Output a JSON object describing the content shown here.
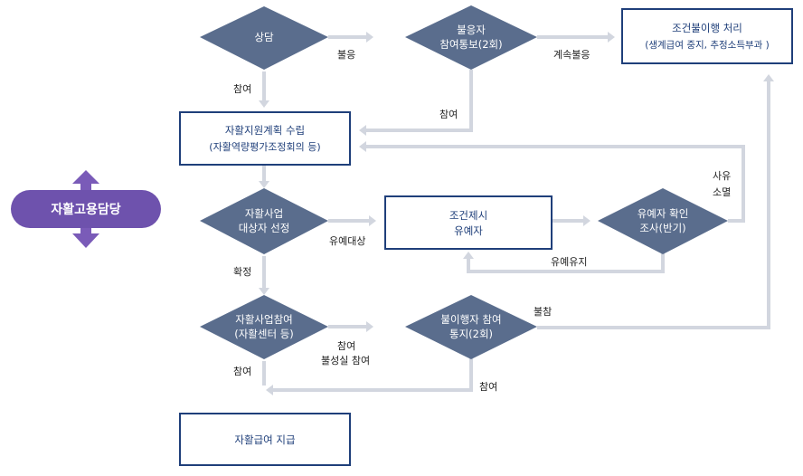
{
  "colors": {
    "diamond": "#5a6d8d",
    "box_border": "#1f3f7a",
    "box_text": "#1f3f7a",
    "connector": "#d2d6df",
    "pill": "#6e52ad",
    "pill_arrow": "#7a5bb8"
  },
  "role": {
    "label": "자활고용담당"
  },
  "nodes": {
    "consult": {
      "lines": [
        "상담"
      ]
    },
    "nonresp": {
      "lines": [
        "불응자",
        "참여통보(2회)"
      ]
    },
    "cond_exec": {
      "lines": [
        "조건불이행 처리",
        "(생계급여 중지, 추정소득부과 )"
      ]
    },
    "plan": {
      "lines": [
        "자활지원계획 수립",
        "(자활역량평가조정회의 등)"
      ]
    },
    "selection": {
      "lines": [
        "자활사업",
        "대상자 선정"
      ]
    },
    "deferred": {
      "lines": [
        "조건제시",
        "유예자"
      ]
    },
    "check": {
      "lines": [
        "유예자 확인",
        "조사(반기)"
      ]
    },
    "participation": {
      "lines": [
        "자활사업참여",
        "(자활센터 등)"
      ]
    },
    "notify": {
      "lines": [
        "불이행자 참여",
        "통지(2회)"
      ]
    },
    "pay": {
      "lines": [
        "자활급여 지급"
      ]
    }
  },
  "edge_labels": {
    "refuse": "불응",
    "continued_refusal": "계속불응",
    "participate_1": "참여",
    "participate_2": "참여",
    "extinct_1": "사유",
    "extinct_2": "소멸",
    "deferred_target": "유예대상",
    "confirm": "확정",
    "keep_deferred": "유예유지",
    "absent": "불참",
    "participate_3": "참여",
    "insincere": "불성실 참여",
    "participate_4": "참여",
    "participate_5": "참여"
  }
}
